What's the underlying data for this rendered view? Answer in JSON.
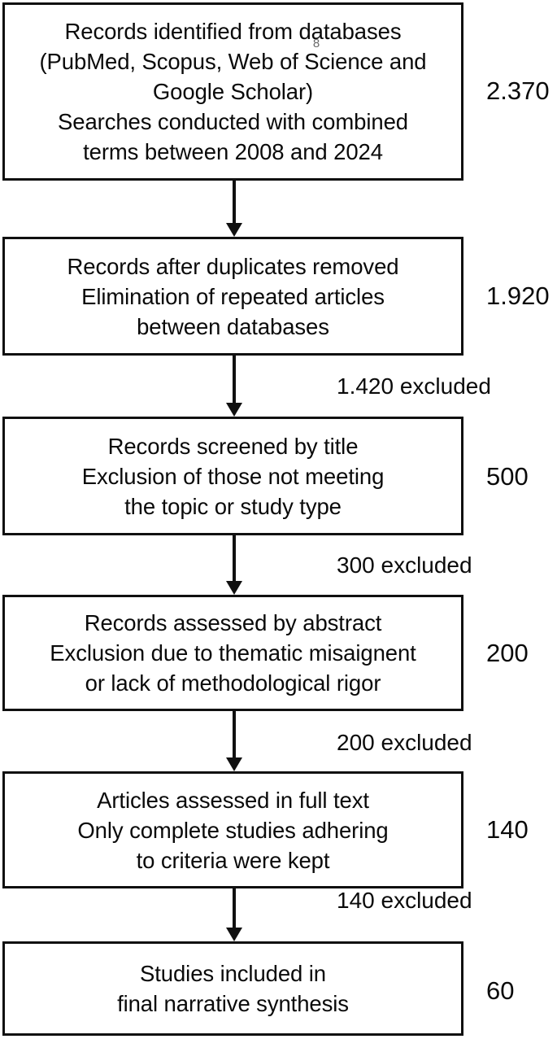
{
  "diagram": {
    "type": "prisma-flow-diagram",
    "title": "PRISMA study selection flow",
    "orientation": "vertical",
    "box_count": 6,
    "accent_color": "#101010",
    "background_color": "#ffffff"
  },
  "boxes": [
    {
      "id": "identification",
      "lines": [
        "Records identified from databases",
        "(PubMed, Scopus, Web of Science and",
        "Google Scholar)",
        "Searches conducted with combined",
        "terms between 2008 and 2024"
      ],
      "count": "2.370"
    },
    {
      "id": "duplicates-removed",
      "lines": [
        "Records after duplicates removed",
        "Elimination of repeated articles",
        "between databases"
      ],
      "count": "1.920"
    },
    {
      "id": "screened-by-title",
      "lines": [
        "Records screened by title",
        "Exclusion of those not meeting",
        "the topic or study type"
      ],
      "count": "500"
    },
    {
      "id": "assessed-by-abstract",
      "lines": [
        "Records assessed by abstract",
        "Exclusion due to thematic misaignent",
        "or lack of methodological rigor"
      ],
      "count": "200"
    },
    {
      "id": "assessed-full-text",
      "lines": [
        "Articles assessed in full text",
        "Only complete studies adhering",
        "to criteria were kept"
      ],
      "count": "140"
    },
    {
      "id": "included",
      "lines": [
        "Studies included in",
        "final narrative synthesis"
      ],
      "count": "60"
    }
  ],
  "exclusions": [
    {
      "id": "excluded-after-duplicates",
      "label": "1.420 excluded"
    },
    {
      "id": "excluded-after-title",
      "label": "300 excluded"
    },
    {
      "id": "excluded-after-abstract",
      "label": "200 excluded"
    },
    {
      "id": "excluded-after-fulltext",
      "label": "140 excluded"
    }
  ],
  "artifacts": {
    "overlay_glyph": "8"
  }
}
